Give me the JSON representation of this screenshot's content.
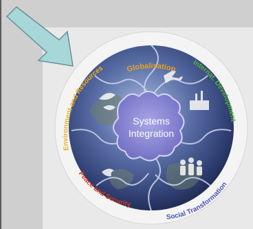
{
  "diagram": {
    "center_label_line1": "Systems",
    "center_label_line2": "Integration",
    "ring_labels": {
      "globalisation": "Globalisation",
      "internat_development": "Internat. Development",
      "social_transformation": "Social Transformation",
      "peace_and_security": "Peace and Security",
      "environment_and_resources": "Environment and Resources"
    },
    "colors": {
      "globalisation": "#e8a21a",
      "internat_development": "#57b43b",
      "social_transformation": "#4a55b8",
      "peace_and_security": "#d23a1d",
      "environment_and_resources": "#efb11c",
      "center_fill": "#8b88d4",
      "arrow_fill": "#a7d7d9",
      "arrow_stroke": "#6a8f93"
    }
  }
}
